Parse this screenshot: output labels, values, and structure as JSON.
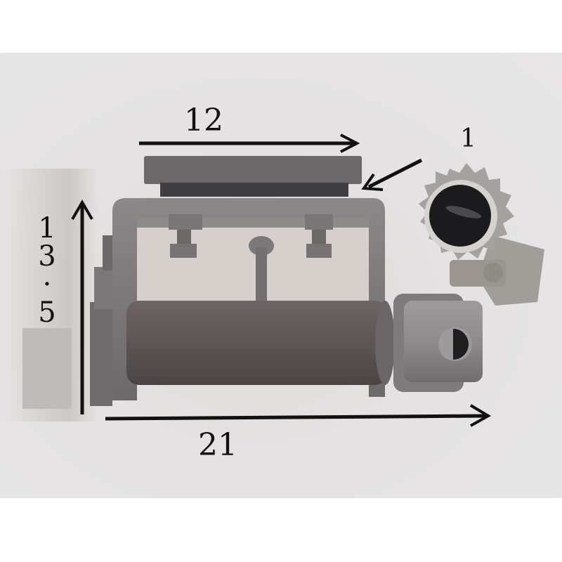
{
  "image": {
    "subject": "truck strap winch with ratchet gear and mounting bracket",
    "background_color": "#e6e4e4",
    "metal_color": "#6f6b6c",
    "drum_color": "#5e5656",
    "arrow_color": "#111111"
  },
  "annotations": {
    "top_width": {
      "value": "12",
      "direction": "right"
    },
    "detail_callout": {
      "value": "1",
      "direction": "down-left"
    },
    "height": {
      "chars": [
        "1",
        "3",
        "·",
        "5"
      ],
      "value": "13.5",
      "direction": "up"
    },
    "bottom_length": {
      "value": "21",
      "direction": "right"
    }
  },
  "parts": [
    "top-mounting-plate",
    "u-bracket",
    "two-hex-bolts",
    "pawl-pin",
    "drum",
    "ratchet-gear",
    "drive-socket-with-slot",
    "detail-ratchet-gear-inset"
  ]
}
